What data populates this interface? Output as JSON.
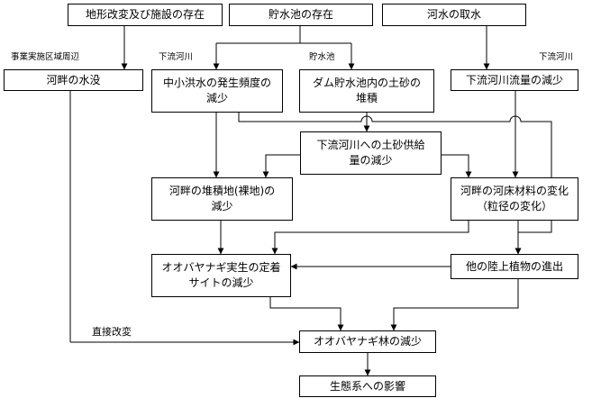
{
  "boxes": {
    "terrain": "地形改変及び施設の存在",
    "reservoir": "貯水池の存在",
    "intake": "河水の取水",
    "inundation": "河畔の水没",
    "flood_freq": "中小洪水の発生頻度の減少",
    "dam_sediment": "ダム貯水池内の土砂の堆積",
    "river_flow": "下流河川流量の減少",
    "sediment_supply": "下流河川への土砂供給量の減少",
    "bare_land": "河畔の堆積地(裸地)の減少",
    "bed_material": "河畔の河床材料の変化（粒径の変化）",
    "seedling_site": "オオバヤナギ実生の定着サイトの減少",
    "other_plants": "他の陸上植物の進出",
    "willow_forest": "オオバヤナギ林の減少",
    "ecosystem": "生態系への影響"
  },
  "labels": {
    "project_area": "事業実施区域周辺",
    "downstream_left": "下流河川",
    "reservoir_area": "貯水池",
    "downstream_right": "下流河川",
    "direct_change": "直接改変"
  }
}
